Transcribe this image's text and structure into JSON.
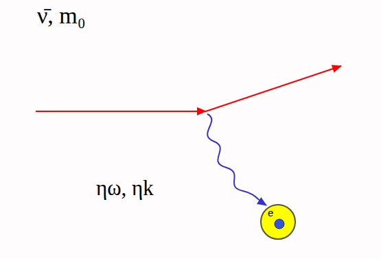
{
  "diagram": {
    "nodes": [
      {
        "text": [
          "e"
        ]
      }
    ],
    "labels": [
      "ν̄, m₀",
      "ηω, ηk"
    ]
  }
}
